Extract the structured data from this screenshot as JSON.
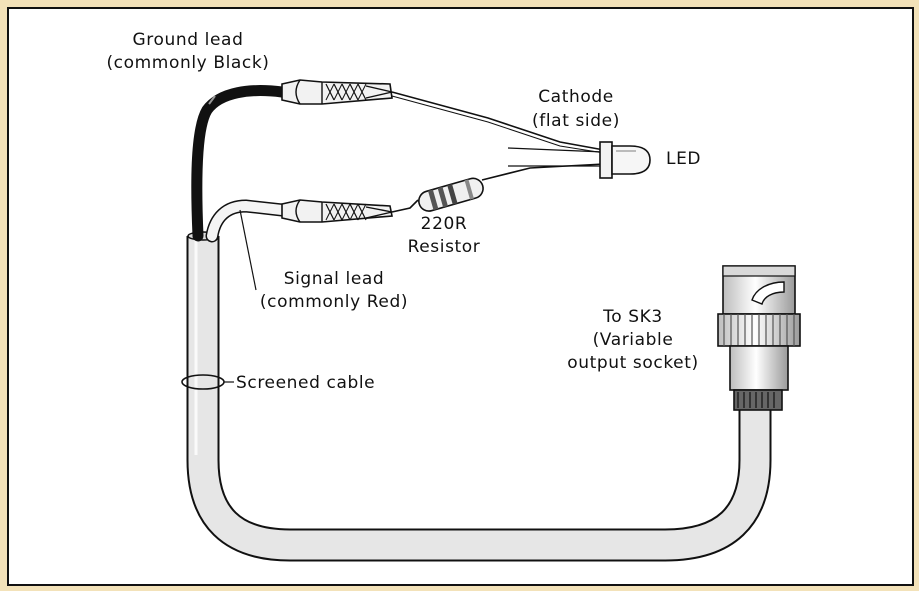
{
  "labels": {
    "ground_lead": [
      "Ground lead",
      "(commonly Black)"
    ],
    "cathode": [
      "Cathode",
      "(flat side)"
    ],
    "led": "LED",
    "resistor": [
      "220R",
      "Resistor"
    ],
    "signal_lead": [
      "Signal lead",
      "(commonly Red)"
    ],
    "socket": [
      "To SK3",
      "(Variable",
      "output socket)"
    ],
    "screened_cable": "Screened cable"
  },
  "colors": {
    "page_background": "#f3e2b9",
    "panel": "#ffffff",
    "ground_wire": "#111111",
    "cable_fill": "#e6e6e6",
    "outline": "#111111"
  }
}
